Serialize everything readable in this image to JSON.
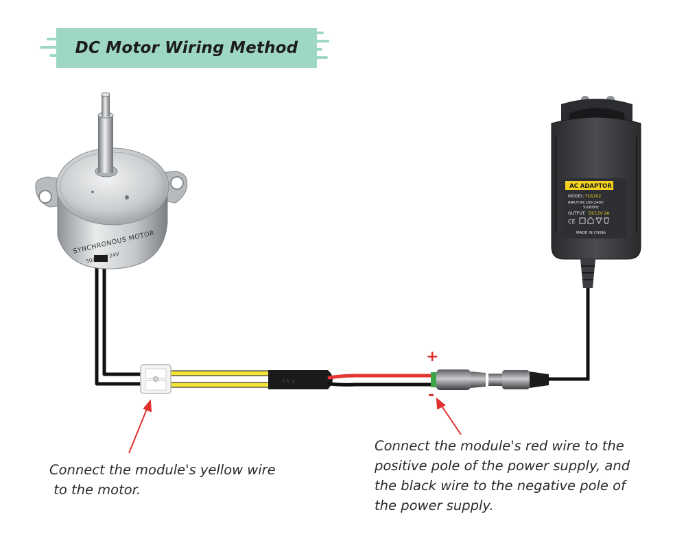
{
  "title": "DC Motor Wiring Method",
  "colors": {
    "banner": "#9fd8c2",
    "red_wire": "#e53532",
    "yellow_wire": "#f3e43a",
    "black_wire": "#111111",
    "arrow": "#e0302d",
    "label_yellow": "#f4d21f"
  },
  "motor": {
    "label_line1": "SYNCHRONOUS MOTOR",
    "label_line2": "50/60HZ  24V"
  },
  "adaptor": {
    "label_heading": "AC ADAPTOR",
    "model_label": "MODEL:",
    "model": "YU1202",
    "input": "INPUT:AC100-240V",
    "input_freq": "50/60Hz",
    "output_label": "OUTPUT:",
    "output": "DC12V 2A",
    "made_in": "MADE IN CHINA",
    "cert_icons": [
      "ce-mark-icon",
      "square-icon",
      "home-icon",
      "triangle-icon",
      "bin-icon"
    ]
  },
  "poles": {
    "plus": "+",
    "minus": "-"
  },
  "captions": {
    "left": [
      "Connect the module's yellow wire",
      " to the motor."
    ],
    "right": [
      "Connect the module's red wire to the",
      "positive pole of the power supply, and",
      "the black wire to the negative pole of",
      "the power supply."
    ]
  }
}
